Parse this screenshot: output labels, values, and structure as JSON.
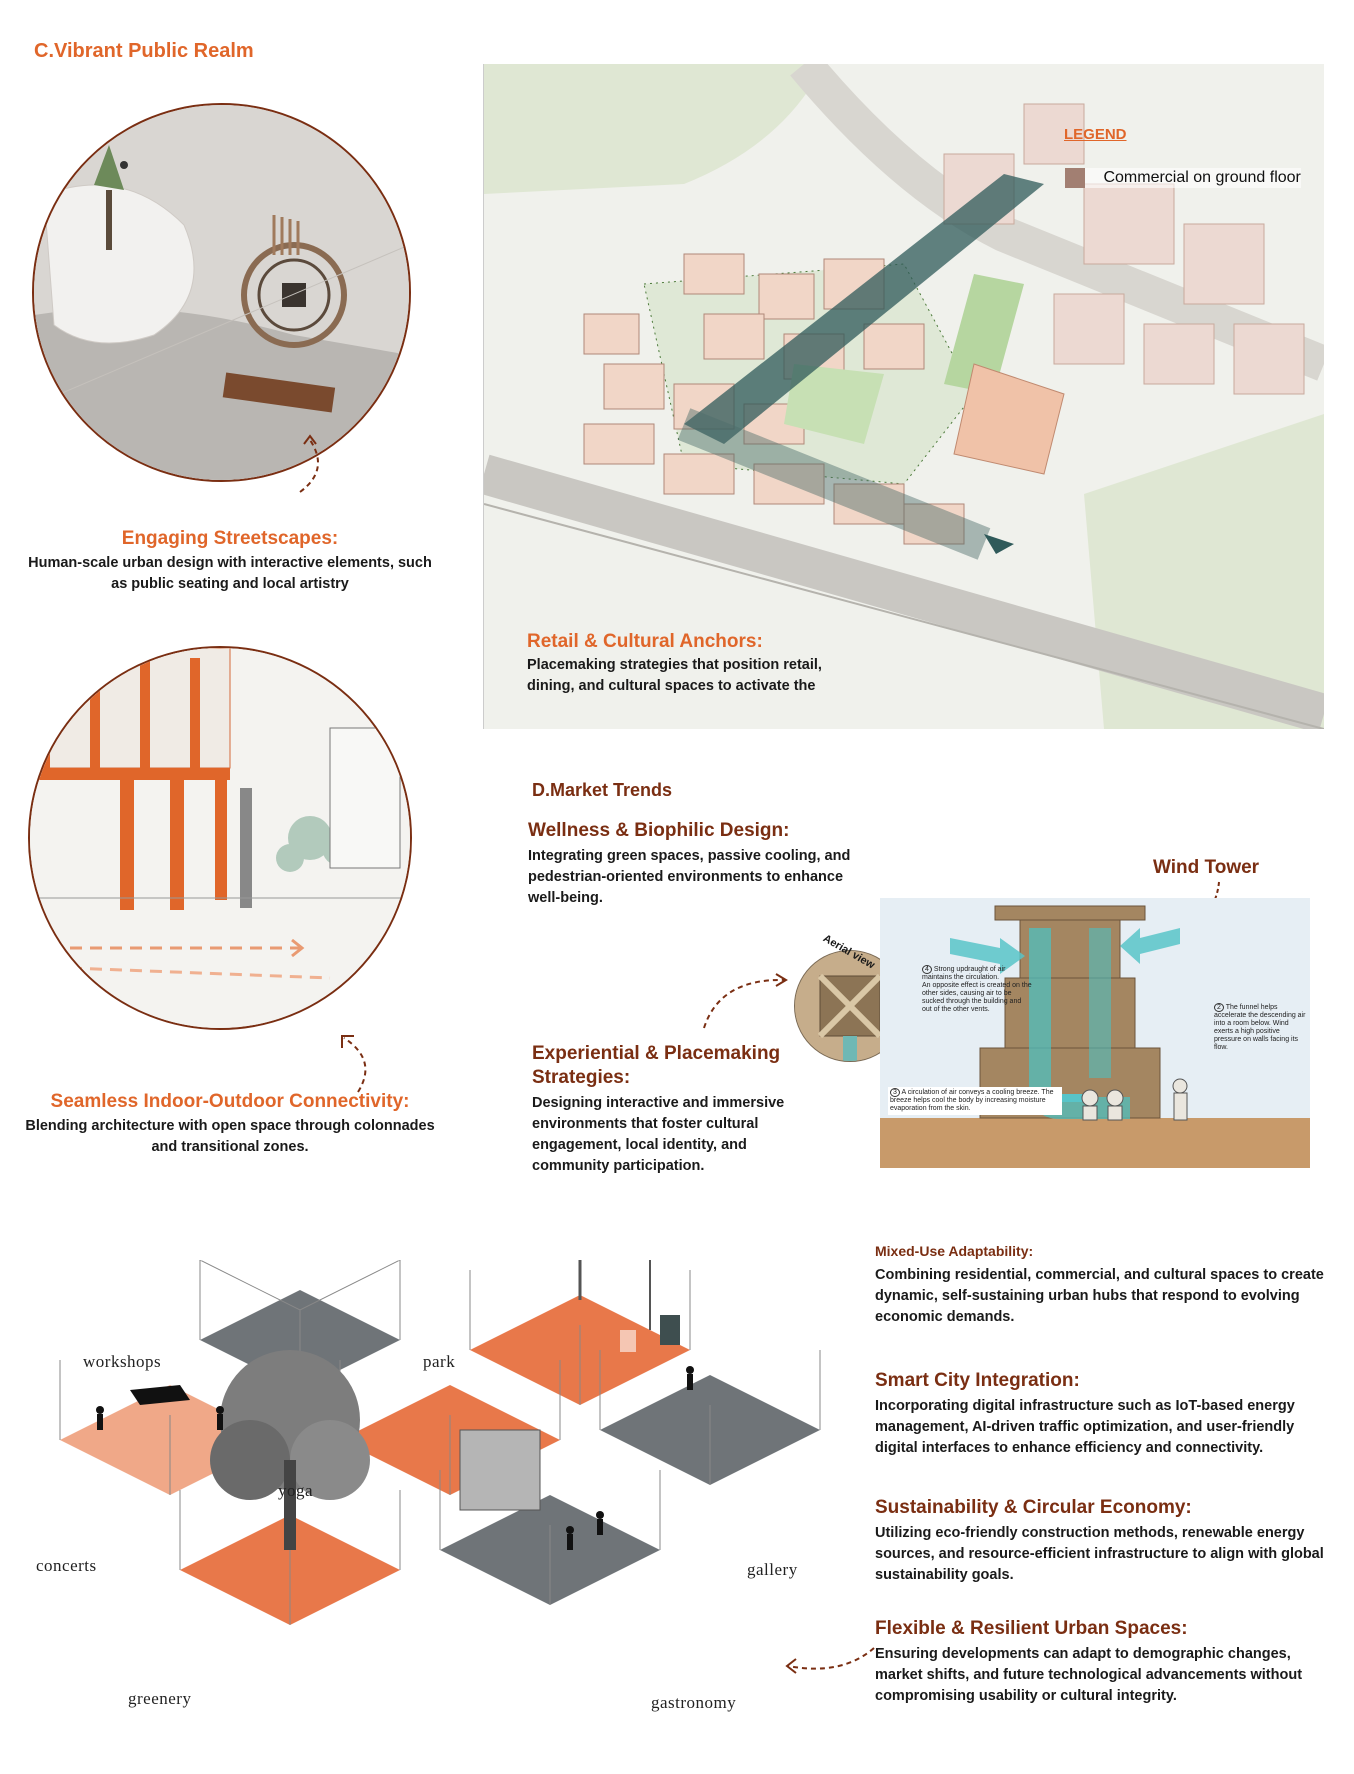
{
  "section_c": {
    "title": "C.Vibrant Public Realm",
    "engaging": {
      "heading": "Engaging Streetscapes:",
      "body": "Human-scale urban design with interactive elements, such as public seating and local artistry"
    },
    "seamless": {
      "heading": "Seamless Indoor-Outdoor Connectivity:",
      "body": "Blending architecture with open space through colonnades and transitional zones."
    },
    "retail": {
      "heading": "Retail & Cultural Anchors:",
      "body": "Placemaking strategies that position retail, dining, and cultural spaces to activate the"
    },
    "map_legend": {
      "title": "LEGEND",
      "item": "Commercial on ground floor",
      "swatch_color": "#a27f72"
    }
  },
  "section_d": {
    "title": "D.Market Trends",
    "wellness": {
      "heading": "Wellness & Biophilic Design:",
      "body": "Integrating green spaces, passive cooling, and pedestrian-oriented environments to enhance well-being."
    },
    "experiential": {
      "heading": "Experiential & Placemaking Strategies:",
      "body": "Designing interactive and immersive environments that foster cultural engagement, local identity, and community participation."
    },
    "wind_tower": {
      "title": "Wind Tower",
      "aerial_label": "Aerial view",
      "note1_num": "4",
      "note1_a": "Strong updraught of air maintains the circulation.",
      "note1_b": "An opposite effect is created on the other sides, causing air to be sucked through the building and out of the other vents.",
      "note2_num": "2",
      "note2": "The funnel helps accelerate the descending air into a room below. Wind exerts a high positive pressure on walls facing its flow.",
      "note3_num": "3",
      "note3": "A circulation of air conveys a cooling breeze. The breeze helps cool the body by increasing moisture evaporation from the skin."
    },
    "mixed_use": {
      "heading": "Mixed-Use Adaptability:",
      "body": "Combining residential, commercial, and cultural spaces to create dynamic, self-sustaining urban hubs that respond to evolving economic demands."
    },
    "smart_city": {
      "heading": "Smart City Integration:",
      "body": "Incorporating digital infrastructure such as IoT-based energy management, AI-driven traffic optimization, and user-friendly digital interfaces to enhance efficiency and connectivity."
    },
    "sustainability": {
      "heading": "Sustainability & Circular Economy:",
      "body": "Utilizing eco-friendly construction methods, renewable energy sources, and resource-efficient infrastructure to align with global sustainability goals."
    },
    "flexible": {
      "heading": "Flexible & Resilient Urban Spaces:",
      "body": "Ensuring developments can adapt to demographic changes, market shifts, and future technological advancements without compromising usability or cultural integrity."
    }
  },
  "iso_labels": {
    "workshops": "workshops",
    "park": "park",
    "yoga": "yoga",
    "concerts": "concerts",
    "gallery": "gallery",
    "greenery": "greenery",
    "gastronomy": "gastronomy"
  },
  "colors": {
    "accent_orange": "#e0662a",
    "accent_brown": "#7a2e12",
    "iso_orange": "#e8784a",
    "iso_grey": "#6f7478"
  }
}
